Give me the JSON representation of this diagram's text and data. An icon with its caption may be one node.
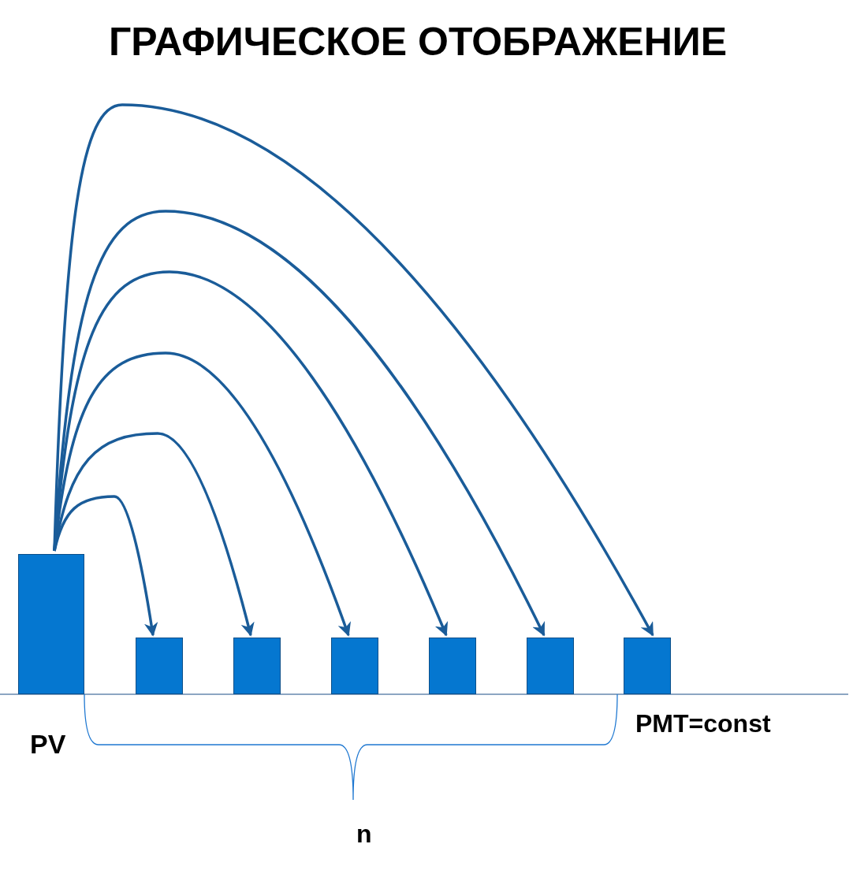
{
  "diagram": {
    "title": "ГРАФИЧЕСКОЕ ОТОБРАЖЕНИЕ",
    "nodes": [
      {
        "text": [],
        "shape": "bar"
      },
      {
        "text": [],
        "shape": "bar"
      },
      {
        "text": [],
        "shape": "bar"
      },
      {
        "text": [],
        "shape": "bar"
      },
      {
        "text": [],
        "shape": "bar"
      },
      {
        "text": [],
        "shape": "bar"
      },
      {
        "text": [],
        "shape": "bar"
      }
    ],
    "edges": [
      {
        "from": 0,
        "to": 1,
        "arrow": "to"
      },
      {
        "from": 0,
        "to": 2,
        "arrow": "to"
      },
      {
        "from": 0,
        "to": 3,
        "arrow": "to"
      },
      {
        "from": 0,
        "to": 4,
        "arrow": "to"
      },
      {
        "from": 0,
        "to": 5,
        "arrow": "to"
      },
      {
        "from": 0,
        "to": 6,
        "arrow": "to"
      }
    ],
    "labels": [
      "PV",
      "PMT=const",
      "n"
    ]
  }
}
